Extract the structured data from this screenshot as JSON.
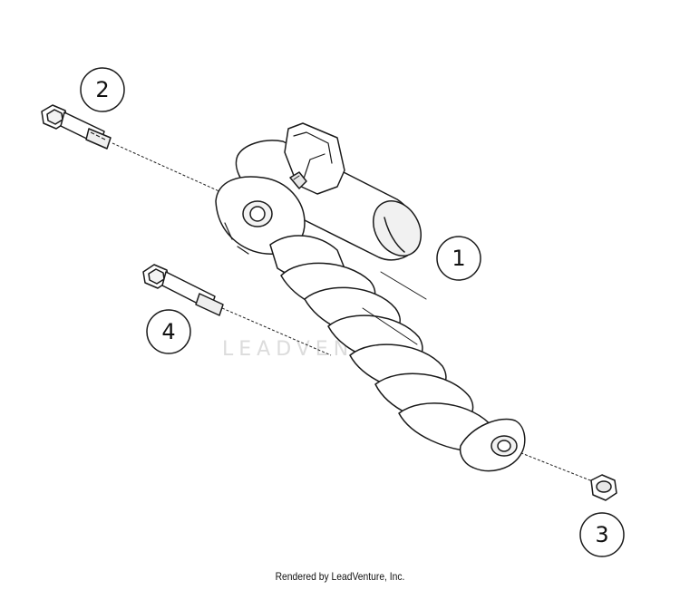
{
  "callouts": {
    "shock_absorber": "1",
    "upper_bolt": "2",
    "nut": "3",
    "lower_bolt": "4"
  },
  "watermark": "LEADVENTURE",
  "footer": "Rendered by LeadVenture, Inc.",
  "colors": {
    "line": "#1a1a1a",
    "fill": "#ffffff",
    "shade": "#e6e6e6"
  }
}
